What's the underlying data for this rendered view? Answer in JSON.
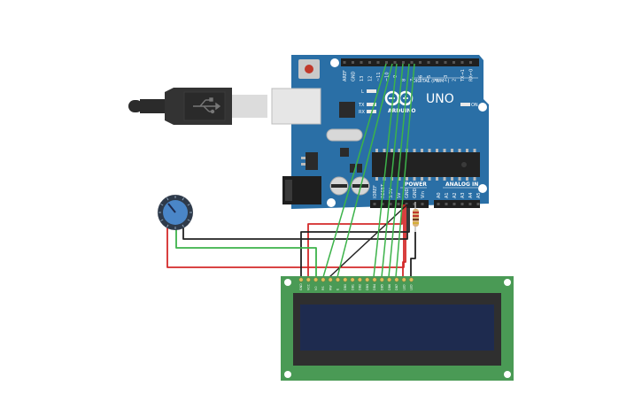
{
  "board": {
    "model": "UNO",
    "brand": "ARDUINO",
    "digital_label": "DIGITAL (PWM~)",
    "power_label": "POWER",
    "analog_label": "ANALOG IN",
    "on_label": "ON",
    "l_label": "L",
    "tx_label": "TX",
    "rx_label": "RX",
    "top_pins": [
      "AREF",
      "GND",
      "13",
      "12",
      "~11",
      "~10",
      "~9",
      "8",
      "7",
      "~6",
      "~5",
      "4",
      "~3",
      "2",
      "TX→1",
      "RX←0"
    ],
    "power_pins": [
      "IOREF",
      "RESET",
      "3.3V",
      "5V",
      "GND",
      "GND",
      "Vin"
    ],
    "analog_pins": [
      "A0",
      "A1",
      "A2",
      "A3",
      "A4",
      "A5"
    ]
  },
  "lcd": {
    "pins": [
      "GND",
      "VCC",
      "V0",
      "RS",
      "RW",
      "E",
      "DB0",
      "DB1",
      "DB2",
      "DB3",
      "DB4",
      "DB5",
      "DB6",
      "DB7",
      "LED",
      "LED"
    ]
  },
  "colors": {
    "board": "#2a6fa6",
    "pcb_green": "#4a9a55",
    "wire_green": "#3cb34a",
    "wire_red": "#d42a2a",
    "wire_black": "#222222",
    "lcd_screen": "#1e2b4f",
    "pot_knob": "#4a86c8"
  },
  "icons": {
    "usb": "usb-icon",
    "arduino_logo": "arduino-infinity-icon"
  }
}
